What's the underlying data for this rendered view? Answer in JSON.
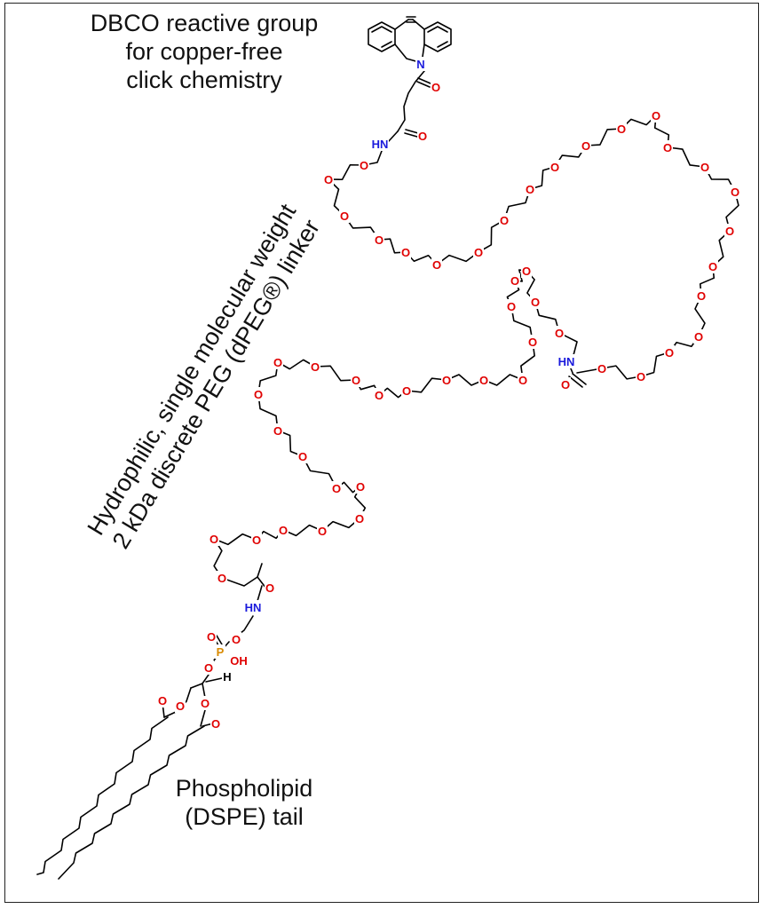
{
  "labels": {
    "dbco": [
      "DBCO reactive group",
      "for copper-free",
      "click chemistry"
    ],
    "peg": [
      "Hydrophilic, single molecular weight",
      "2 kDa discrete PEG (dPEG®) linker"
    ],
    "lipid": [
      "Phospholipid",
      "(DSPE) tail"
    ]
  },
  "atoms": {
    "oxygen": "O",
    "nitrogen": "N",
    "amide": "HN",
    "phosphorus": "P",
    "hydroxyl": "OH",
    "hydrogen": "H"
  },
  "colors": {
    "bond": "#000000",
    "oxygen": "#e00000",
    "nitrogen": "#1a1adc",
    "phosphorus": "#d98a00",
    "border": "#222222"
  }
}
